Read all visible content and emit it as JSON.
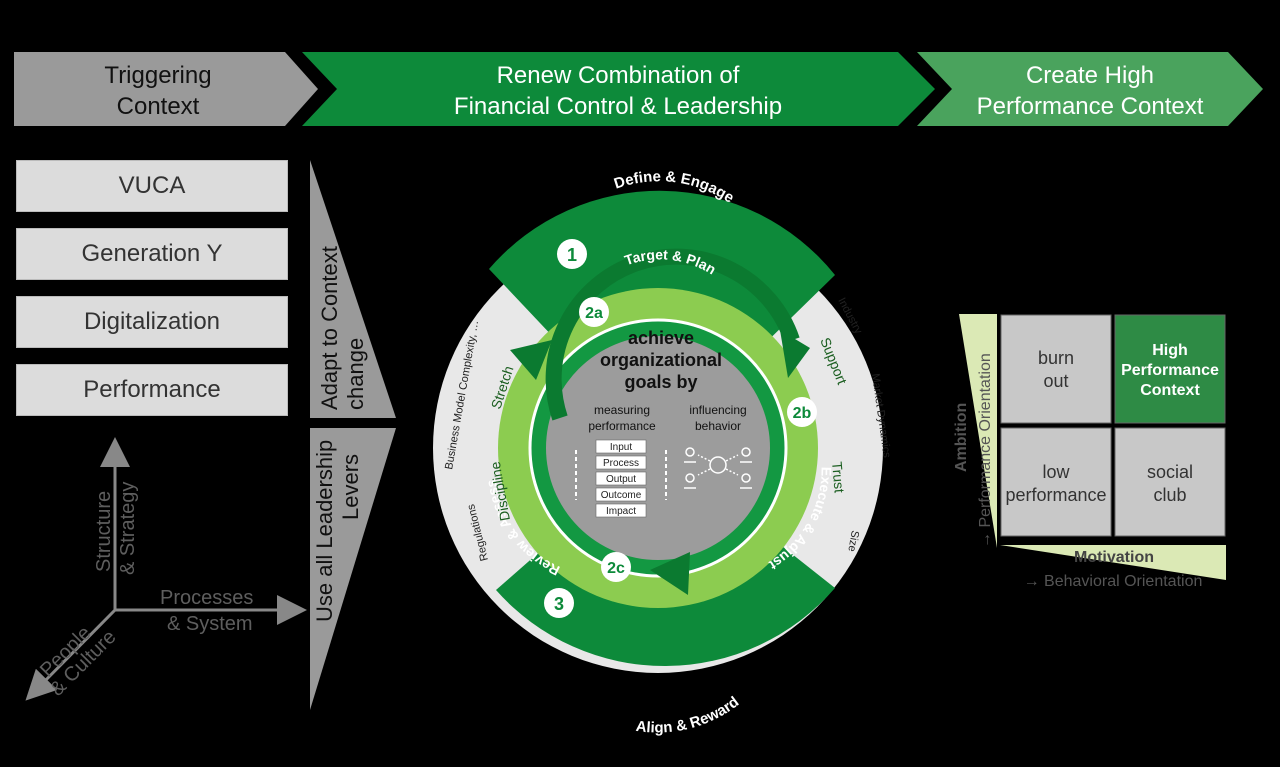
{
  "banner": {
    "triggering": [
      "Triggering",
      "Context"
    ],
    "renew": [
      "Renew Combination of",
      "Financial Control & Leadership"
    ],
    "create": [
      "Create High",
      "Performance Context"
    ]
  },
  "context_items": [
    "VUCA",
    "Generation Y",
    "Digitalization",
    "Performance"
  ],
  "side_arrows": {
    "adapt": [
      "Adapt to Context",
      "change"
    ],
    "use": [
      "Use all Leadership",
      "Levers"
    ]
  },
  "axes": {
    "vertical": [
      "Structure",
      "& Strategy"
    ],
    "horizontal": [
      "Processes",
      "& System"
    ],
    "diagonal": [
      "People",
      "& Culture"
    ]
  },
  "cycle": {
    "steps": {
      "s1": {
        "num": "1",
        "label": "Define & Engage"
      },
      "s2a": {
        "num": "2a",
        "label": "Target & Plan"
      },
      "s2b": {
        "num": "2b",
        "label": "Execute & Adjust"
      },
      "s2c": {
        "num": "2c",
        "label": "Review & Assess"
      },
      "s3": {
        "num": "3",
        "label": "Align & Reward"
      }
    },
    "left_ring": [
      "Stretch",
      "Discipline"
    ],
    "right_ring": [
      "Support",
      "Trust"
    ],
    "left_outer": [
      "Business Model Complexity, …",
      "Regulations"
    ],
    "right_outer": [
      "Industry",
      "Market Dynamics",
      "Size"
    ],
    "center": {
      "title": [
        "achieve",
        "organizational",
        "goals by"
      ],
      "measuring": [
        "measuring",
        "performance"
      ],
      "influencing": [
        "influencing",
        "behavior"
      ],
      "stack": [
        "Input",
        "Process",
        "Output",
        "Outcome",
        "Impact"
      ]
    }
  },
  "matrix": {
    "cells": {
      "burnout": [
        "burn",
        "out"
      ],
      "high": [
        "High",
        "Performance",
        "Context"
      ],
      "low": [
        "low",
        "performance"
      ],
      "social": [
        "social",
        "club"
      ]
    },
    "y_axis": [
      "Ambition",
      "→ Performance Orientation"
    ],
    "x_axis": [
      "Motivation",
      "→ Behavioral Orientation"
    ]
  },
  "colors": {
    "dark_green": "#0d8a3a",
    "mid_green": "#199a45",
    "light_green": "#8ccc50",
    "gray_banner": "#9a9a9a",
    "matrix_green": "#2e8b45"
  }
}
